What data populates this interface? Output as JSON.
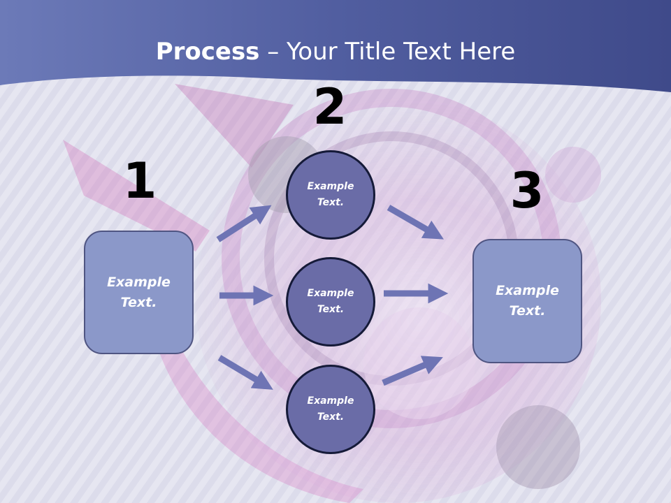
{
  "slide": {
    "title_bold": "Process",
    "title_rest": " – Your Title Text Here"
  },
  "steps": {
    "n1": "1",
    "n2": "2",
    "n3": "3"
  },
  "boxes": {
    "left": "Example\nText.",
    "right": "Example\nText."
  },
  "circles": {
    "top": "Example\nText.",
    "middle": "Example\nText.",
    "bottom": "Example\nText."
  },
  "colors": {
    "header": "#4c5898",
    "box_fill": "#8b98c9",
    "circle_fill": "#6a6ca7",
    "arrow": "#6e74b4"
  }
}
